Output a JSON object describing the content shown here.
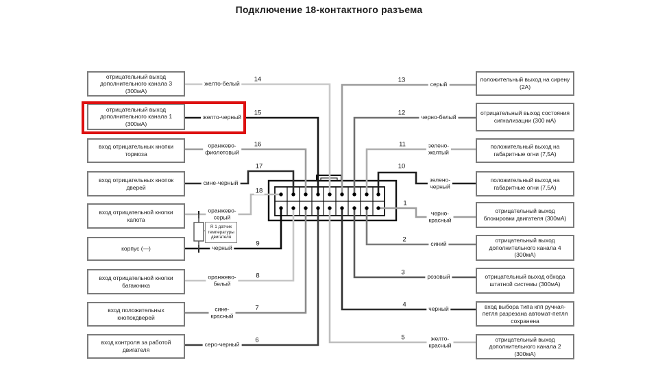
{
  "title": "Подключение 18-контактного разъема",
  "colors": {
    "highlight": "#dd1010",
    "box_border": "#7a7a7a",
    "connector_stroke": "#111111",
    "text": "#1c1c1c"
  },
  "connector": {
    "name": "18-контактный разъем",
    "pins": 18,
    "rows": 2,
    "cols": 9
  },
  "resistor": {
    "label": "R 1 датчик температуры двигателя"
  },
  "left_rows": [
    {
      "pin": "14",
      "wire": "желто-белый",
      "label": "отрицательный выход дополнительного канала 3 (300мА)",
      "line_color": "#c9c9c9",
      "highlighted": false
    },
    {
      "pin": "15",
      "wire": "желто-черный",
      "label": "отрицательный выход дополнительного канала 1 (300мА)",
      "line_color": "#161616",
      "highlighted": true
    },
    {
      "pin": "16",
      "wire": "оранжево-\nфиолетовый",
      "label": "вход отрицательных кнопки тормоза",
      "line_color": "#9c9c9c",
      "highlighted": false
    },
    {
      "pin": "17",
      "wire": "сине-черный",
      "label": "вход отрицательных кнопок дверей",
      "line_color": "#2c2c2c",
      "highlighted": false
    },
    {
      "pin": "18",
      "wire": "оранжево-\nсерый",
      "label": "вход отрицательной кнопки капота",
      "line_color": "#b9b9b9",
      "highlighted": false
    },
    {
      "pin": "9",
      "wire": "черный",
      "label": "корпус (—)",
      "line_color": "#0a0a0a",
      "highlighted": false
    },
    {
      "pin": "8",
      "wire": "оранжево-\nбелый",
      "label": "вход отрицательной кнопки багажника",
      "line_color": "#c6c6c6",
      "highlighted": false
    },
    {
      "pin": "7",
      "wire": "сине-\nкрасный",
      "label": "вход положительных кнопокдверей",
      "line_color": "#8a8a8a",
      "highlighted": false
    },
    {
      "pin": "6",
      "wire": "серо-черный",
      "label": "вход контроля за работой двигателя",
      "line_color": "#3d3d3d",
      "highlighted": false
    }
  ],
  "right_rows": [
    {
      "pin": "13",
      "wire": "серый",
      "label": "положительный выход на сирену (2А)",
      "line_color": "#9c9c9c",
      "highlighted": false
    },
    {
      "pin": "12",
      "wire": "черно-белый",
      "label": "отрицательный выход состояния сигнализации (300 мА)",
      "line_color": "#6f6f6f",
      "highlighted": false
    },
    {
      "pin": "11",
      "wire": "зелено-\nжелтый",
      "label": "положительный выход на габаритные огни (7,5А)",
      "line_color": "#aeaeae",
      "highlighted": false
    },
    {
      "pin": "10",
      "wire": "зелено-\nчерный",
      "label": "положительный выход на габаритные огни (7,5А)",
      "line_color": "#202020",
      "highlighted": false
    },
    {
      "pin": "1",
      "wire": "черно-\nкрасный",
      "label": "отрицательный выход блокировки двигателя (300мА)",
      "line_color": "#9e9e9e",
      "highlighted": false
    },
    {
      "pin": "2",
      "wire": "синий",
      "label": "отрицательный выход дополнительного канала 4 (300мА)",
      "line_color": "#7a7a7a",
      "highlighted": false
    },
    {
      "pin": "3",
      "wire": "розовый",
      "label": "отрицательный выход обхода штатной системы (300мА)",
      "line_color": "#585858",
      "highlighted": false
    },
    {
      "pin": "4",
      "wire": "черный",
      "label": "вход выбора типа кпп ручная-петля разрезана автомат-петля сохранена",
      "line_color": "#2e2e2e",
      "highlighted": false
    },
    {
      "pin": "5",
      "wire": "желто-\nкрасный",
      "label": "отрицательный выход дополнительного канала 2 (300мА)",
      "line_color": "#bebebe",
      "highlighted": false
    }
  ]
}
